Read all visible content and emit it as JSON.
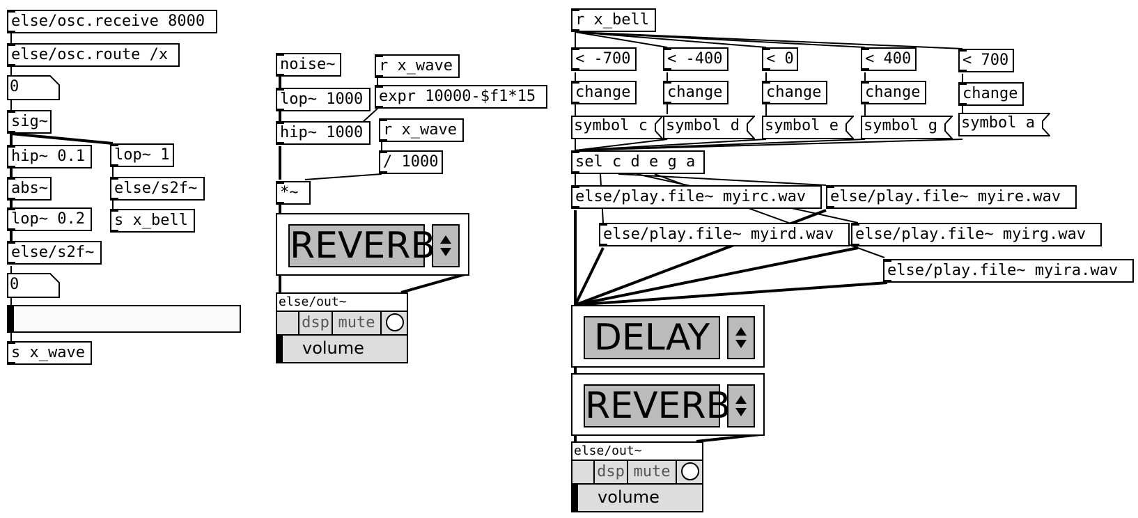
{
  "column_left": {
    "osc_receive": "else/osc.receive 8000",
    "osc_route": "else/osc.route /x",
    "number_1": "0",
    "sig": "sig~",
    "hip": "hip~ 0.1",
    "lop1": "lop~ 1",
    "abs": "abs~",
    "s2f_a": "else/s2f~",
    "lop02": "lop~ 0.2",
    "send_bell": "s x_bell",
    "s2f_b": "else/s2f~",
    "number_2": "0",
    "send_wave": "s x_wave"
  },
  "column_middle": {
    "noise": "noise~",
    "recv_wave_1": "r x_wave",
    "lop1000": "lop~ 1000",
    "expr": "expr 10000-$f1*15",
    "hip1000": "hip~ 1000",
    "recv_wave_2": "r x_wave",
    "div": "/ 1000",
    "mult": "*~",
    "reverb_label": "REVERB",
    "out_title": "else/out~",
    "out_dsp": "dsp",
    "out_mute": "mute",
    "out_volume": "volume"
  },
  "column_right": {
    "recv_bell": "r x_bell",
    "comparisons": [
      "< -700",
      "< -400",
      "< 0",
      "< 400",
      "< 700"
    ],
    "change": "change",
    "symbols": [
      "symbol c",
      "symbol d",
      "symbol e",
      "symbol g",
      "symbol a"
    ],
    "sel": "sel c d e g a",
    "players": [
      "else/play.file~ myirc.wav",
      "else/play.file~ myire.wav",
      "else/play.file~ myird.wav",
      "else/play.file~ myirg.wav",
      "else/play.file~ myira.wav"
    ],
    "delay_label": "DELAY",
    "reverb_label": "REVERB",
    "out_title": "else/out~",
    "out_dsp": "dsp",
    "out_mute": "mute",
    "out_volume": "volume"
  },
  "icons": {
    "updown": "up-down-arrows-icon",
    "circle": "bang-circle-icon"
  }
}
